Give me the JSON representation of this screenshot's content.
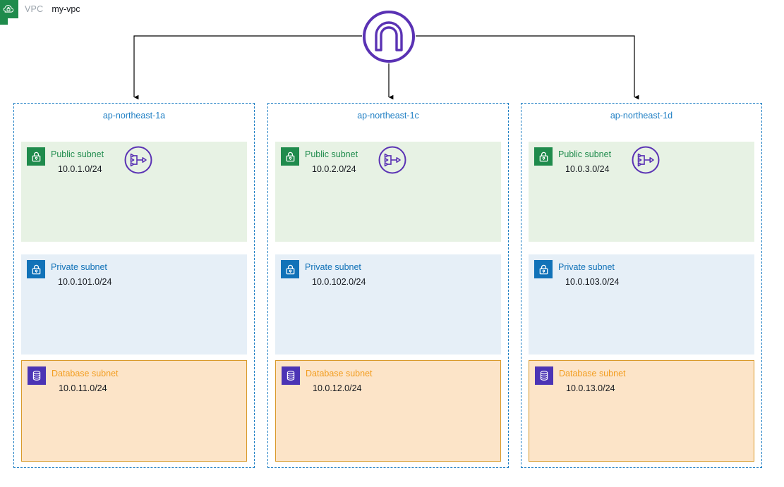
{
  "header": {
    "vpc_label": "VPC",
    "vpc_name": "my-vpc",
    "vpc_icon": "vpc-cloud-lock-icon"
  },
  "gateway": {
    "icon": "internet-gateway-icon",
    "accent": "#5a32b4"
  },
  "colors": {
    "az_border": "#1f7fc4",
    "az_label": "#1f7fc4",
    "public_bg": "#e7f2e4",
    "public_accent": "#1f8b4c",
    "private_bg": "#e6eff7",
    "private_accent": "#1172b8",
    "database_bg": "#fce4c8",
    "database_border": "#d99a2b",
    "database_accent": "#f29d1f",
    "database_icon_bg": "#4b34b5",
    "connector": "#000000"
  },
  "availability_zones": [
    {
      "name": "ap-northeast-1a",
      "subnets": [
        {
          "type": "public",
          "label": "Public subnet",
          "cidr": "10.0.1.0/24",
          "icon": "lock-icon",
          "route_table_icon": "route-table-icon"
        },
        {
          "type": "private",
          "label": "Private subnet",
          "cidr": "10.0.101.0/24",
          "icon": "lock-icon"
        },
        {
          "type": "database",
          "label": "Database subnet",
          "cidr": "10.0.11.0/24",
          "icon": "database-icon"
        }
      ]
    },
    {
      "name": "ap-northeast-1c",
      "subnets": [
        {
          "type": "public",
          "label": "Public subnet",
          "cidr": "10.0.2.0/24",
          "icon": "lock-icon",
          "route_table_icon": "route-table-icon"
        },
        {
          "type": "private",
          "label": "Private subnet",
          "cidr": "10.0.102.0/24",
          "icon": "lock-icon"
        },
        {
          "type": "database",
          "label": "Database subnet",
          "cidr": "10.0.12.0/24",
          "icon": "database-icon"
        }
      ]
    },
    {
      "name": "ap-northeast-1d",
      "subnets": [
        {
          "type": "public",
          "label": "Public subnet",
          "cidr": "10.0.3.0/24",
          "icon": "lock-icon",
          "route_table_icon": "route-table-icon"
        },
        {
          "type": "private",
          "label": "Private subnet",
          "cidr": "10.0.103.0/24",
          "icon": "lock-icon"
        },
        {
          "type": "database",
          "label": "Database subnet",
          "cidr": "10.0.13.0/24",
          "icon": "database-icon"
        }
      ]
    }
  ]
}
